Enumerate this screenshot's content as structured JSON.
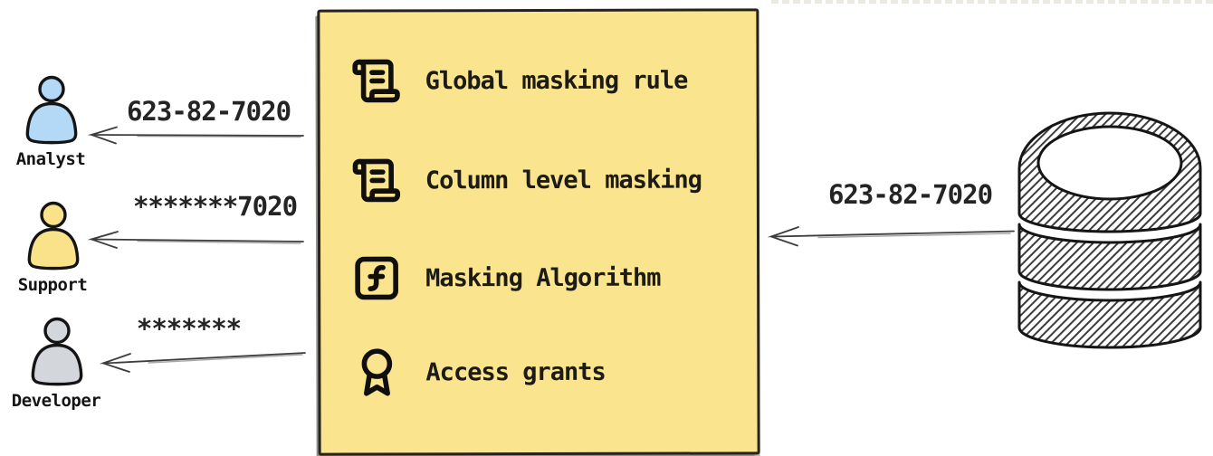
{
  "canvas": {
    "background": "#ffffff"
  },
  "personas": [
    {
      "name": "Analyst",
      "received_value": "623-82-7020",
      "icon": "user-icon",
      "fill": "#b3d9f7"
    },
    {
      "name": "Support",
      "received_value": "*******7020",
      "icon": "user-icon",
      "fill": "#fae28a"
    },
    {
      "name": "Developer",
      "received_value": "*******",
      "icon": "user-icon",
      "fill": "#d3d7dc"
    }
  ],
  "masking_box": {
    "fill": "#fae58e",
    "items": [
      {
        "icon": "scroll-text-icon",
        "label": "Global masking rule"
      },
      {
        "icon": "scroll-text-icon",
        "label": "Column level masking"
      },
      {
        "icon": "function-square-icon",
        "label": "Masking Algorithm"
      },
      {
        "icon": "award-icon",
        "label": "Access grants"
      }
    ]
  },
  "database": {
    "icon": "database-icon",
    "sent_value": "623-82-7020"
  }
}
